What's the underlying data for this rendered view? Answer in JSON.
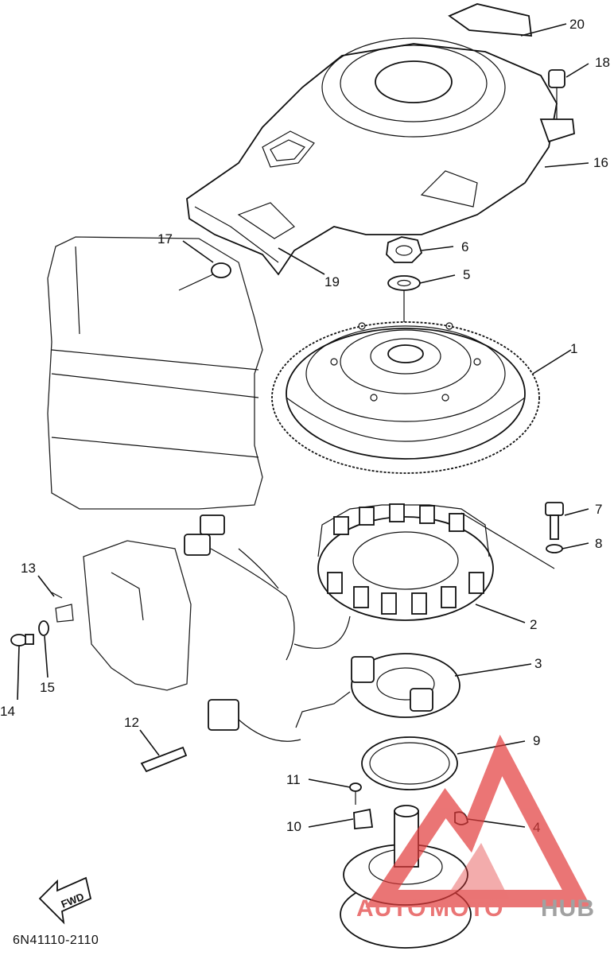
{
  "diagram": {
    "catalog_code": "6N41110-2110",
    "direction_label": "FWD",
    "watermark": {
      "brand_left": "AUTO",
      "brand_mid": "MOTO",
      "brand_right": "HUB",
      "color_red": "#e23b3b",
      "color_gray": "#7a7a7a"
    },
    "callouts": [
      "1",
      "2",
      "3",
      "4",
      "5",
      "6",
      "7",
      "8",
      "9",
      "10",
      "11",
      "12",
      "13",
      "14",
      "15",
      "16",
      "17",
      "18",
      "19",
      "20"
    ]
  }
}
